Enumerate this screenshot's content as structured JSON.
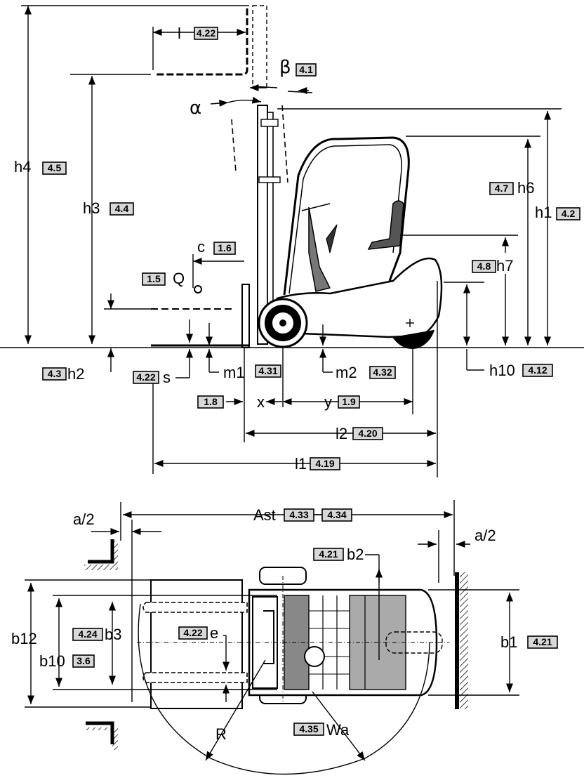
{
  "labels": {
    "l": "l",
    "beta": "β",
    "alpha": "α",
    "h4": "h4",
    "h3": "h3",
    "c": "c",
    "Q": "Q",
    "h2": "h2",
    "s": "s",
    "m1": "m1",
    "m2": "m2",
    "x": "x",
    "y": "y",
    "l2": "l2",
    "l1": "l1",
    "h6": "h6",
    "h1": "h1",
    "h7": "h7",
    "h10": "h10",
    "a2_left": "a/2",
    "a2_right": "a/2",
    "Ast": "Ast",
    "b2": "b2",
    "b12": "b12",
    "b3": "b3",
    "b10": "b10",
    "e": "e",
    "b1": "b1",
    "R": "R",
    "Wa": "Wa"
  },
  "refs": {
    "l": "4.22",
    "beta": "4.1",
    "h4": "4.5",
    "h3": "4.4",
    "c": "1.6",
    "Q": "1.5",
    "h2": "4.3",
    "s": "4.22",
    "m1": "4.31",
    "m2": "4.32",
    "x": "1.8",
    "y": "1.9",
    "l2": "4.20",
    "l1": "4.19",
    "h6": "4.7",
    "h1": "4.2",
    "h7": "4.8",
    "h10": "4.12",
    "Ast_a": "4.33",
    "Ast_b": "4.34",
    "b2": "4.21",
    "b3": "4.24",
    "b10": "3.6",
    "e": "4.22",
    "b1": "4.21",
    "Wa": "4.35"
  }
}
